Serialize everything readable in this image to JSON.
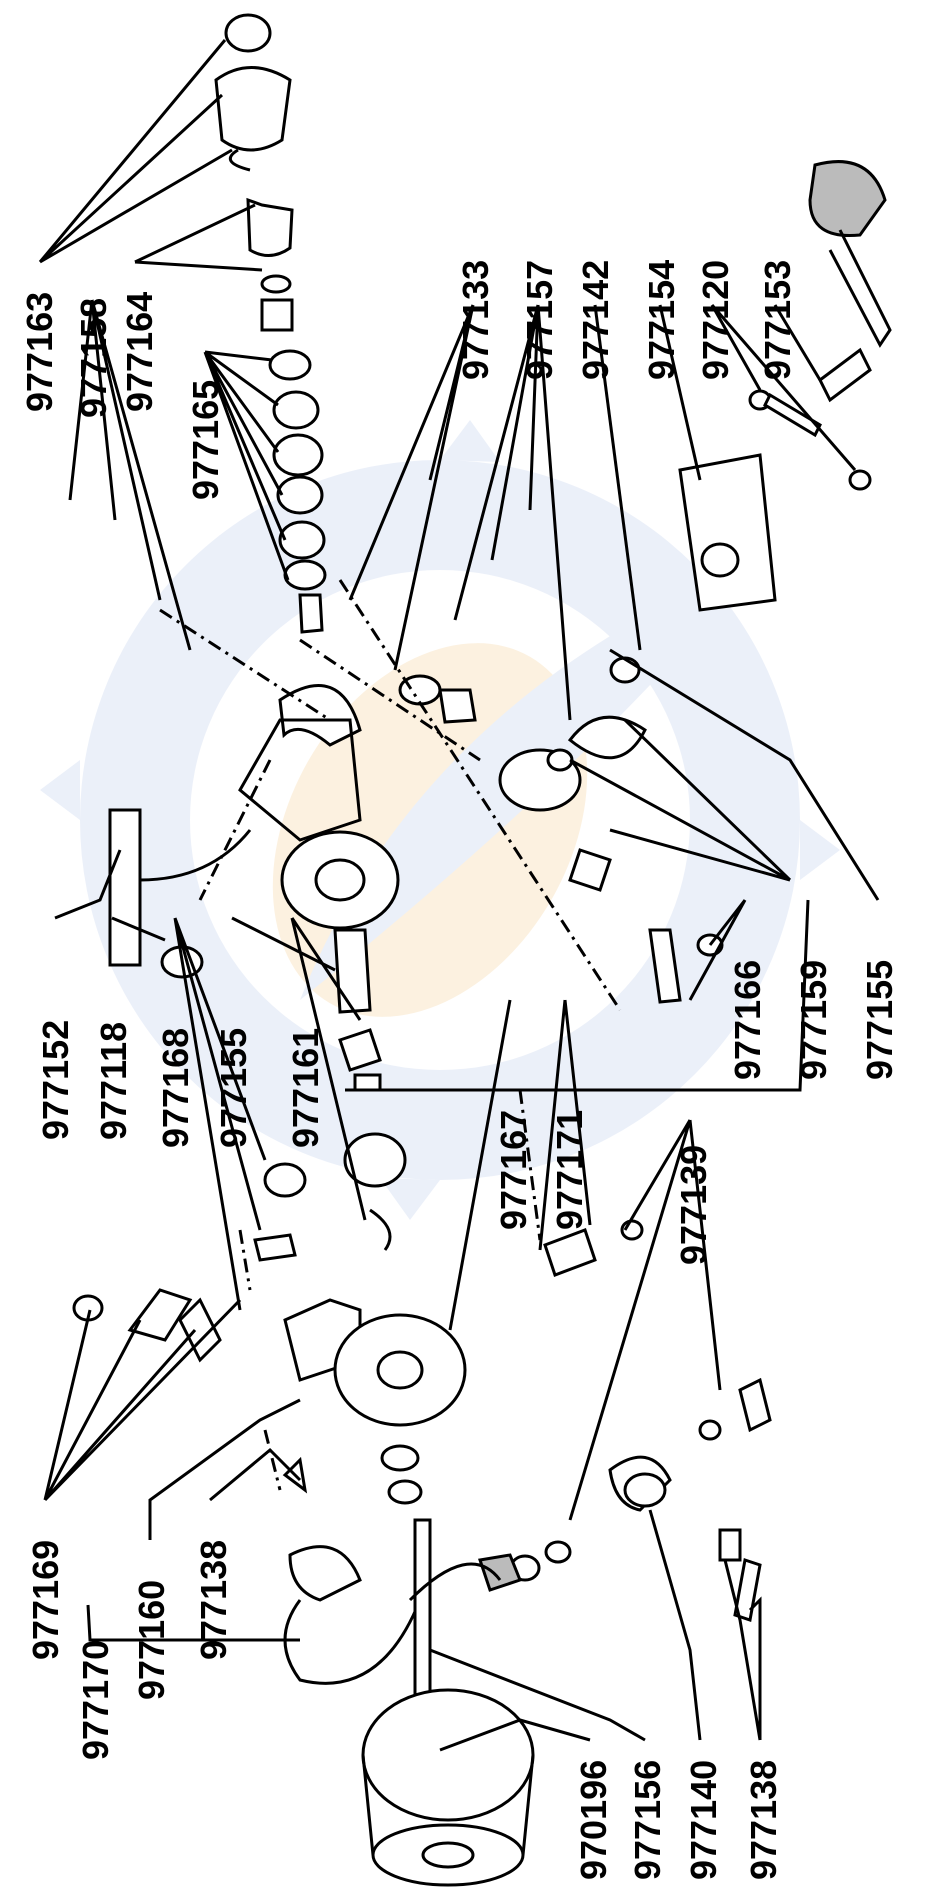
{
  "labels": {
    "l977163": "977163",
    "l977158": "977158",
    "l977164": "977164",
    "l977165": "977165",
    "l977133": "977133",
    "l977157": "977157",
    "l977142": "977142",
    "l977154": "977154",
    "l977120": "977120",
    "l977153": "977153",
    "l977152": "977152",
    "l977118": "977118",
    "l977168": "977168",
    "l977155a": "977155",
    "l977161": "977161",
    "l977167": "977167",
    "l977171": "977171",
    "l977139": "977139",
    "l977166": "977166",
    "l977159": "977159",
    "l977155b": "977155",
    "l977169": "977169",
    "l977170": "977170",
    "l977160": "977160",
    "l977138a": "977138",
    "l970196": "970196",
    "l977156": "977156",
    "l977140": "977140",
    "l977138b": "977138"
  },
  "colors": {
    "ink": "#000000",
    "watermark_blue": "#8fa9d6",
    "watermark_orange": "#f2b45a"
  }
}
